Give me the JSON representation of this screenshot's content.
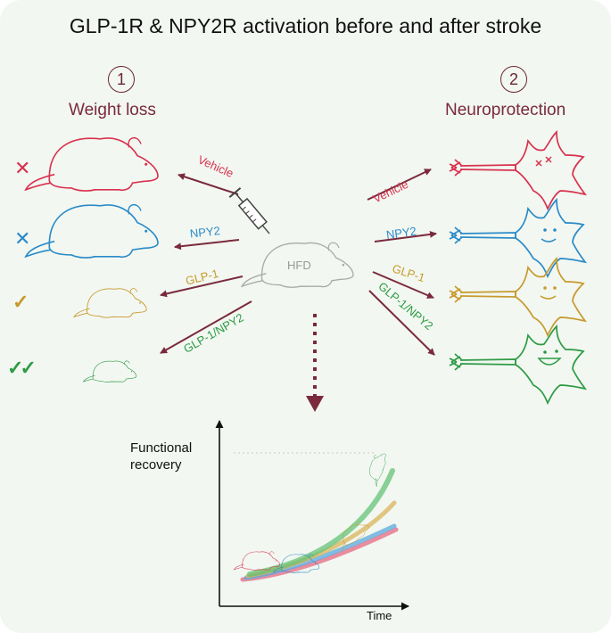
{
  "title": "GLP-1R & NPY2R activation before and after stroke",
  "sections": [
    {
      "number": "1",
      "label": "Weight loss"
    },
    {
      "number": "2",
      "label": "Neuroprotection"
    }
  ],
  "center_label": "HFD",
  "treatments": [
    {
      "name": "Vehicle",
      "color": "#d8324e",
      "weight_mark": "✕"
    },
    {
      "name": "NPY2",
      "color": "#2a8bc8",
      "weight_mark": "✕"
    },
    {
      "name": "GLP-1",
      "color": "#c79a2c",
      "weight_mark": "✓"
    },
    {
      "name": "GLP-1/NPY2",
      "color": "#2e9b45",
      "weight_mark": "✓✓"
    }
  ],
  "arrow_color": "#7a2a3c",
  "graph": {
    "ylabel_line1": "Functional",
    "ylabel_line2": "recovery",
    "xlabel": "Time"
  }
}
